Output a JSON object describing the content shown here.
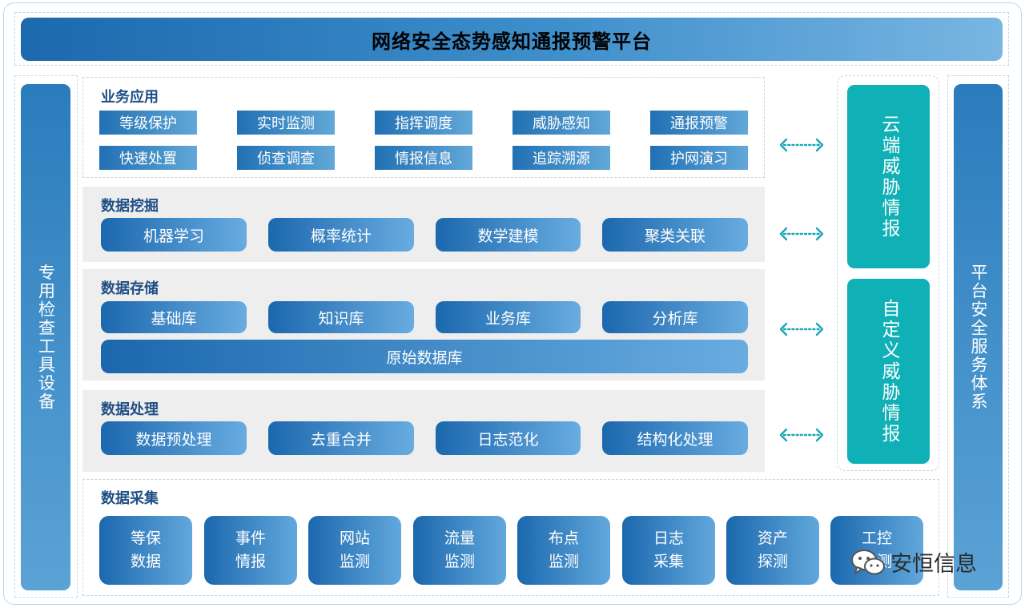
{
  "title": "网络安全态势感知通报预警平台",
  "left_pillar": "专用检查工具设备",
  "right_pillar": "平台安全服务体系",
  "business_apps": {
    "title": "业务应用",
    "items": [
      "等级保护",
      "实时监测",
      "指挥调度",
      "威胁感知",
      "通报预警",
      "快速处置",
      "侦查调查",
      "情报信息",
      "追踪溯源",
      "护网演习"
    ]
  },
  "data_mining": {
    "title": "数据挖掘",
    "items": [
      "机器学习",
      "概率统计",
      "数学建模",
      "聚类关联"
    ]
  },
  "data_storage": {
    "title": "数据存储",
    "items": [
      "基础库",
      "知识库",
      "业务库",
      "分析库"
    ],
    "raw_db": "原始数据库"
  },
  "data_processing": {
    "title": "数据处理",
    "items": [
      "数据预处理",
      "去重合并",
      "日志范化",
      "结构化处理"
    ]
  },
  "data_collection": {
    "title": "数据采集",
    "items": [
      {
        "line1": "等保",
        "line2": "数据"
      },
      {
        "line1": "事件",
        "line2": "情报"
      },
      {
        "line1": "网站",
        "line2": "监测"
      },
      {
        "line1": "流量",
        "line2": "监测"
      },
      {
        "line1": "布点",
        "line2": "监测"
      },
      {
        "line1": "日志",
        "line2": "采集"
      },
      {
        "line1": "资产",
        "line2": "探测"
      },
      {
        "line1": "工控",
        "line2": "监测"
      }
    ]
  },
  "threat_intel": {
    "cloud": "云端威胁情报",
    "custom": "自定义威胁情报"
  },
  "watermark": "安恒信息",
  "colors": {
    "primary_blue": "#1e6fb2",
    "light_blue": "#62a8d8",
    "teal": "#0fb0b6",
    "panel_gray": "#eeeeee",
    "heading_navy": "#1f4f84",
    "arrow_teal": "#1aa6b8"
  },
  "icons": {
    "arrows": "double-headed-dotted-arrow-icon",
    "watermark": "wechat-icon"
  }
}
